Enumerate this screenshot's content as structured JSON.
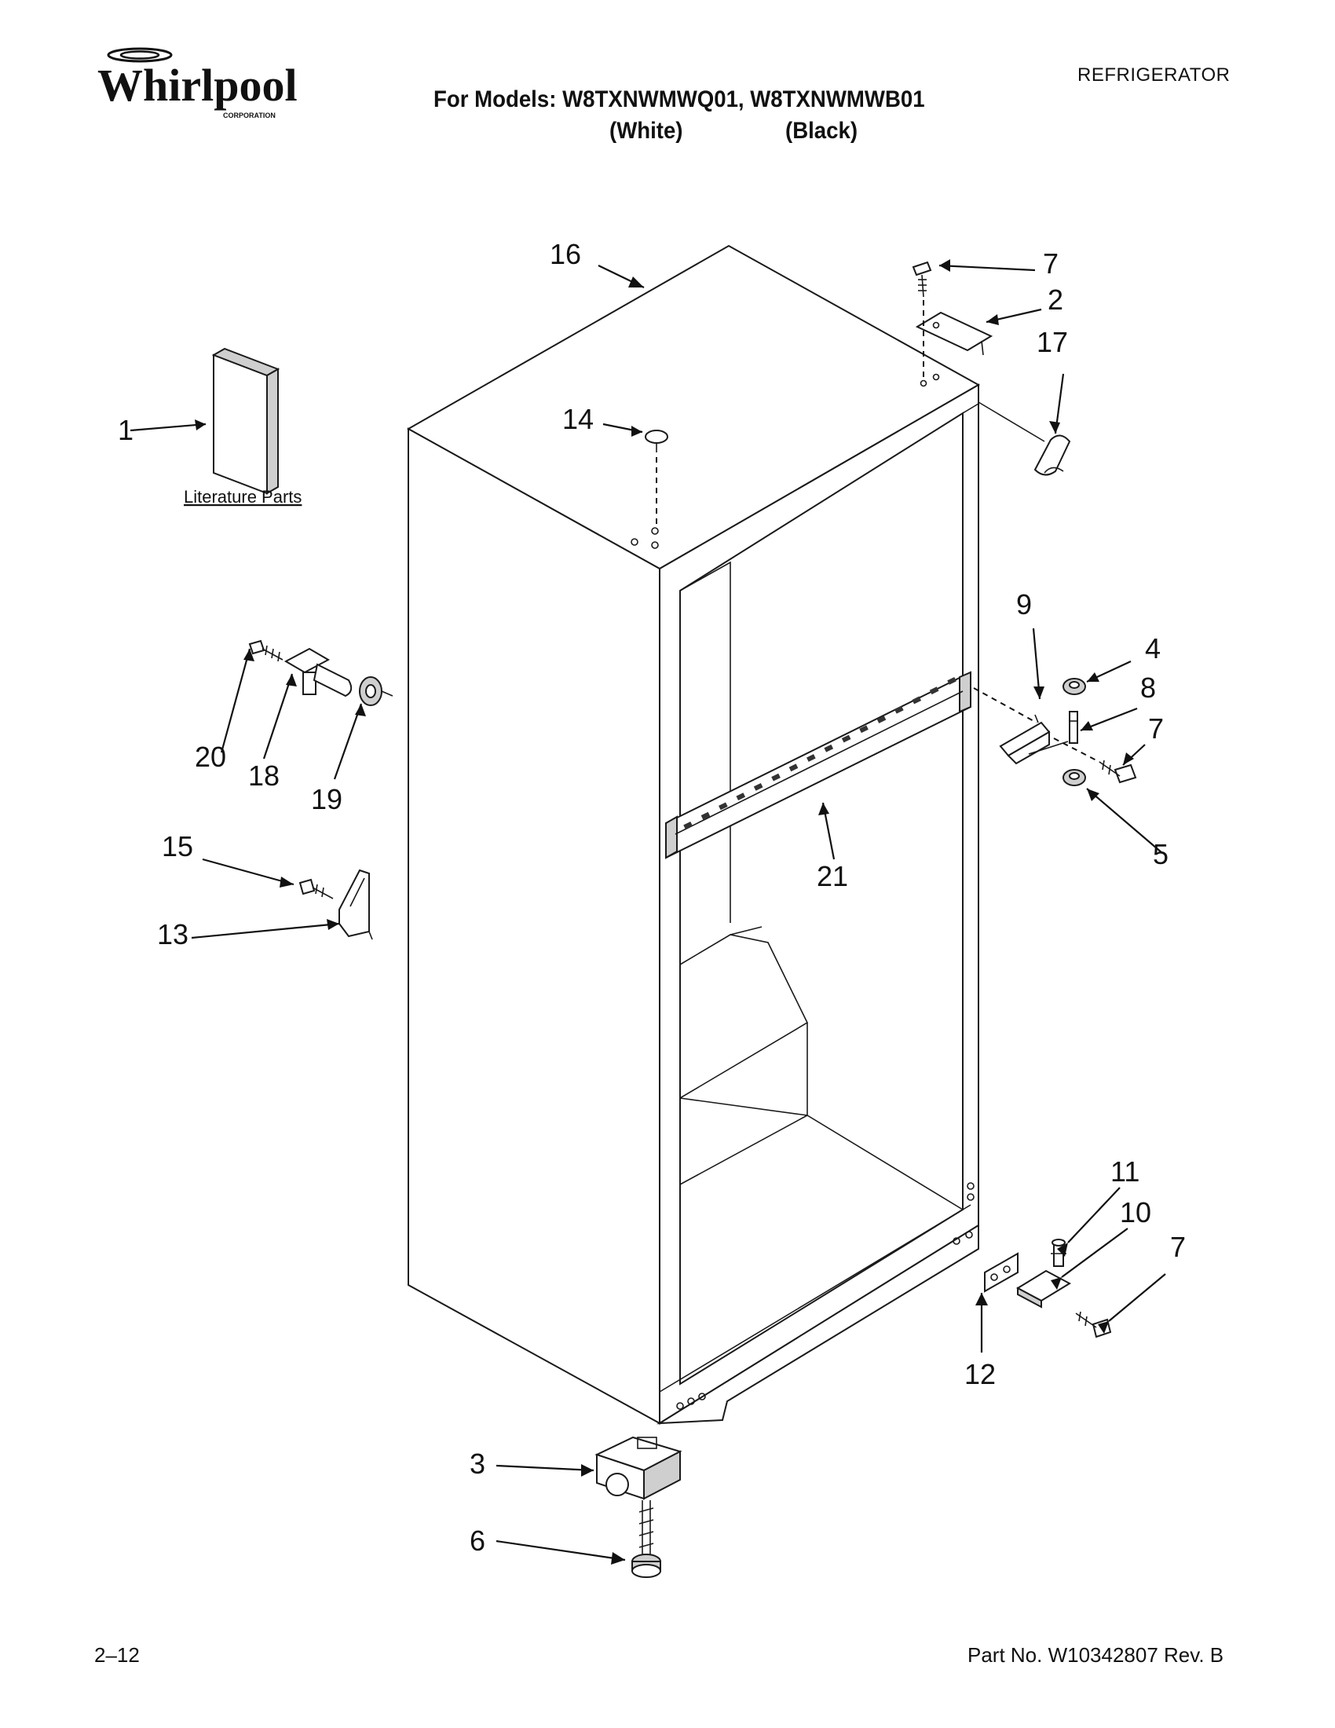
{
  "header": {
    "brand": "Whirlpool",
    "brand_sub": "CORPORATION",
    "models_line": "For Models: W8TXNWMWQ01, W8TXNWMWB01",
    "variant_white": "(White)",
    "variant_black": "(Black)",
    "category": "REFRIGERATOR"
  },
  "diagram": {
    "literature_label": "Literature Parts",
    "callouts": [
      {
        "id": "c1",
        "label": "1"
      },
      {
        "id": "c2",
        "label": "2"
      },
      {
        "id": "c3",
        "label": "3"
      },
      {
        "id": "c4",
        "label": "4"
      },
      {
        "id": "c5",
        "label": "5"
      },
      {
        "id": "c6",
        "label": "6"
      },
      {
        "id": "c7a",
        "label": "7"
      },
      {
        "id": "c7b",
        "label": "7"
      },
      {
        "id": "c7c",
        "label": "7"
      },
      {
        "id": "c8",
        "label": "8"
      },
      {
        "id": "c9",
        "label": "9"
      },
      {
        "id": "c10",
        "label": "10"
      },
      {
        "id": "c11",
        "label": "11"
      },
      {
        "id": "c12",
        "label": "12"
      },
      {
        "id": "c13",
        "label": "13"
      },
      {
        "id": "c14",
        "label": "14"
      },
      {
        "id": "c15",
        "label": "15"
      },
      {
        "id": "c16",
        "label": "16"
      },
      {
        "id": "c17",
        "label": "17"
      },
      {
        "id": "c18",
        "label": "18"
      },
      {
        "id": "c19",
        "label": "19"
      },
      {
        "id": "c20",
        "label": "20"
      },
      {
        "id": "c21",
        "label": "21"
      }
    ]
  },
  "footer": {
    "page": "2–12",
    "part_number": "Part No. W10342807 Rev. B"
  }
}
